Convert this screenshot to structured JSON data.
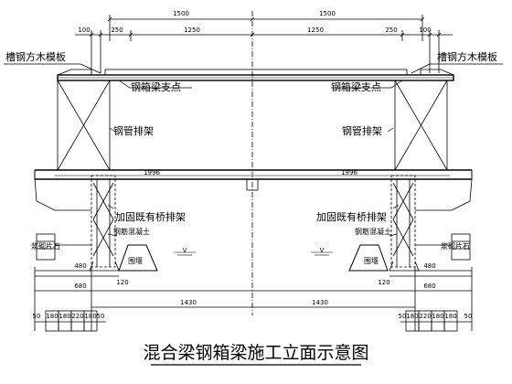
{
  "title": "混合梁钢箱梁施工立面示意图",
  "labels": {
    "formwork_left": "槽钢方木模板",
    "formwork_right": "槽钢方木模板",
    "support_left": "钢箱梁支点",
    "support_right": "钢箱梁支点",
    "pipe_left": "钢管排架",
    "pipe_right": "钢管排架",
    "reinforce_left": "加固既有桥排架",
    "reinforce_right": "加固既有桥排架",
    "concrete_left": "钢筋混凝土",
    "concrete_right": "钢筋混凝土",
    "riprap_left": "浆砌片石",
    "riprap_right": "浆砌片石",
    "cofferdam_left": "围堰",
    "cofferdam_right": "围堰"
  },
  "dims": {
    "top_left": "1500",
    "top_right": "1500",
    "d100_left": "100",
    "d250_left": "250",
    "d1250_left": "1250",
    "d1250_right": "1250",
    "d250_right": "250",
    "d100_right": "100",
    "deck_left": "1996",
    "deck_right": "1996",
    "d480_left": "480",
    "d480_right": "480",
    "d680_left": "680",
    "d680_right": "680",
    "d120_left": "120",
    "d120_right": "120",
    "d1430_left": "1430",
    "d1430_right": "1430",
    "b50_l1": "50",
    "b180_l1": "180",
    "b180_l2": "180",
    "b220_l": "220",
    "b180_l3": "180",
    "b50_l2": "50",
    "b50_r1": "50",
    "b180_r1": "180",
    "b220_r": "220",
    "b180_r2": "180",
    "b180_r3": "180",
    "b50_r2": "50"
  }
}
